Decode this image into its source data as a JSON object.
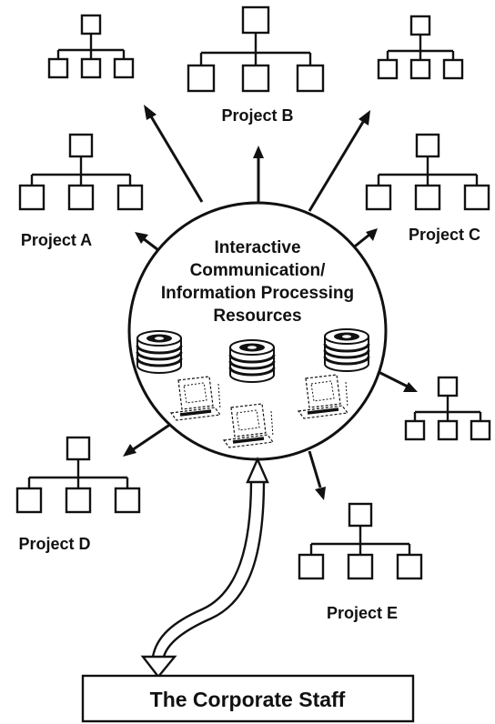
{
  "center": {
    "lines": [
      "Interactive",
      "Communication/",
      "Information Processing",
      "Resources"
    ]
  },
  "projects": {
    "a": "Project A",
    "b": "Project B",
    "c": "Project C",
    "d": "Project D",
    "e": "Project E"
  },
  "staff_label": "The Corporate Staff",
  "colors": {
    "ink": "#111111",
    "paper": "#ffffff"
  },
  "icons": [
    "disk-stack-icon",
    "computer-terminal-icon",
    "org-chart-icon"
  ]
}
